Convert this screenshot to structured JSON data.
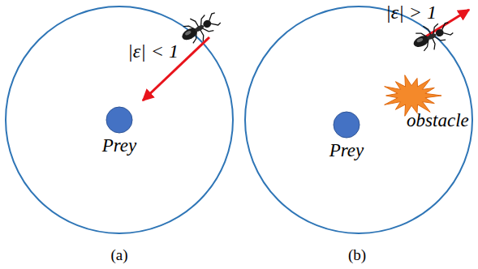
{
  "diagram": {
    "nodes": [
      {
        "text": [
          "Prey"
        ]
      },
      {
        "text": [
          "Prey"
        ]
      },
      {
        "text": [
          "obstacle"
        ]
      }
    ],
    "labels": [
      "|ε| < 1",
      "|ε| > 1",
      "(a)",
      "(b)"
    ]
  }
}
